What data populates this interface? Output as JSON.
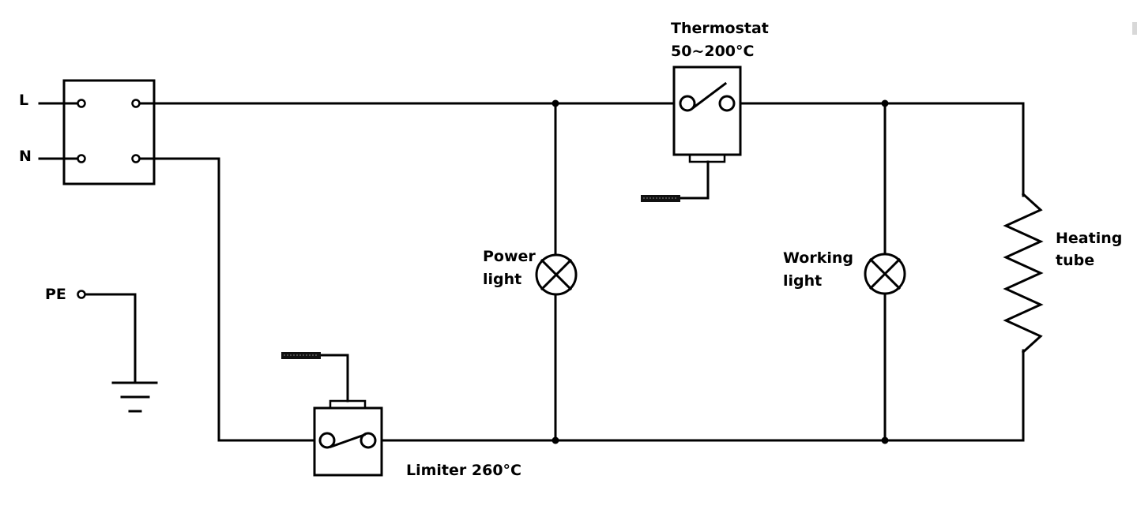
{
  "diagram": {
    "type": "electrical-wiring-schematic",
    "terminal_labels": {
      "live": "L",
      "neutral": "N",
      "earth": "PE"
    },
    "components": {
      "thermostat": {
        "label_line1": "Thermostat",
        "label_line2": "50~200°C",
        "state": "open"
      },
      "limiter": {
        "label": "Limiter 260°C",
        "state": "closed"
      },
      "power_light": {
        "label_line1": "Power",
        "label_line2": "light"
      },
      "working_light": {
        "label_line1": "Working",
        "label_line2": "light"
      },
      "heating_tube": {
        "label_line1": "Heating",
        "label_line2": "tube"
      }
    },
    "colors": {
      "line": "#000000",
      "background": "#ffffff"
    }
  }
}
